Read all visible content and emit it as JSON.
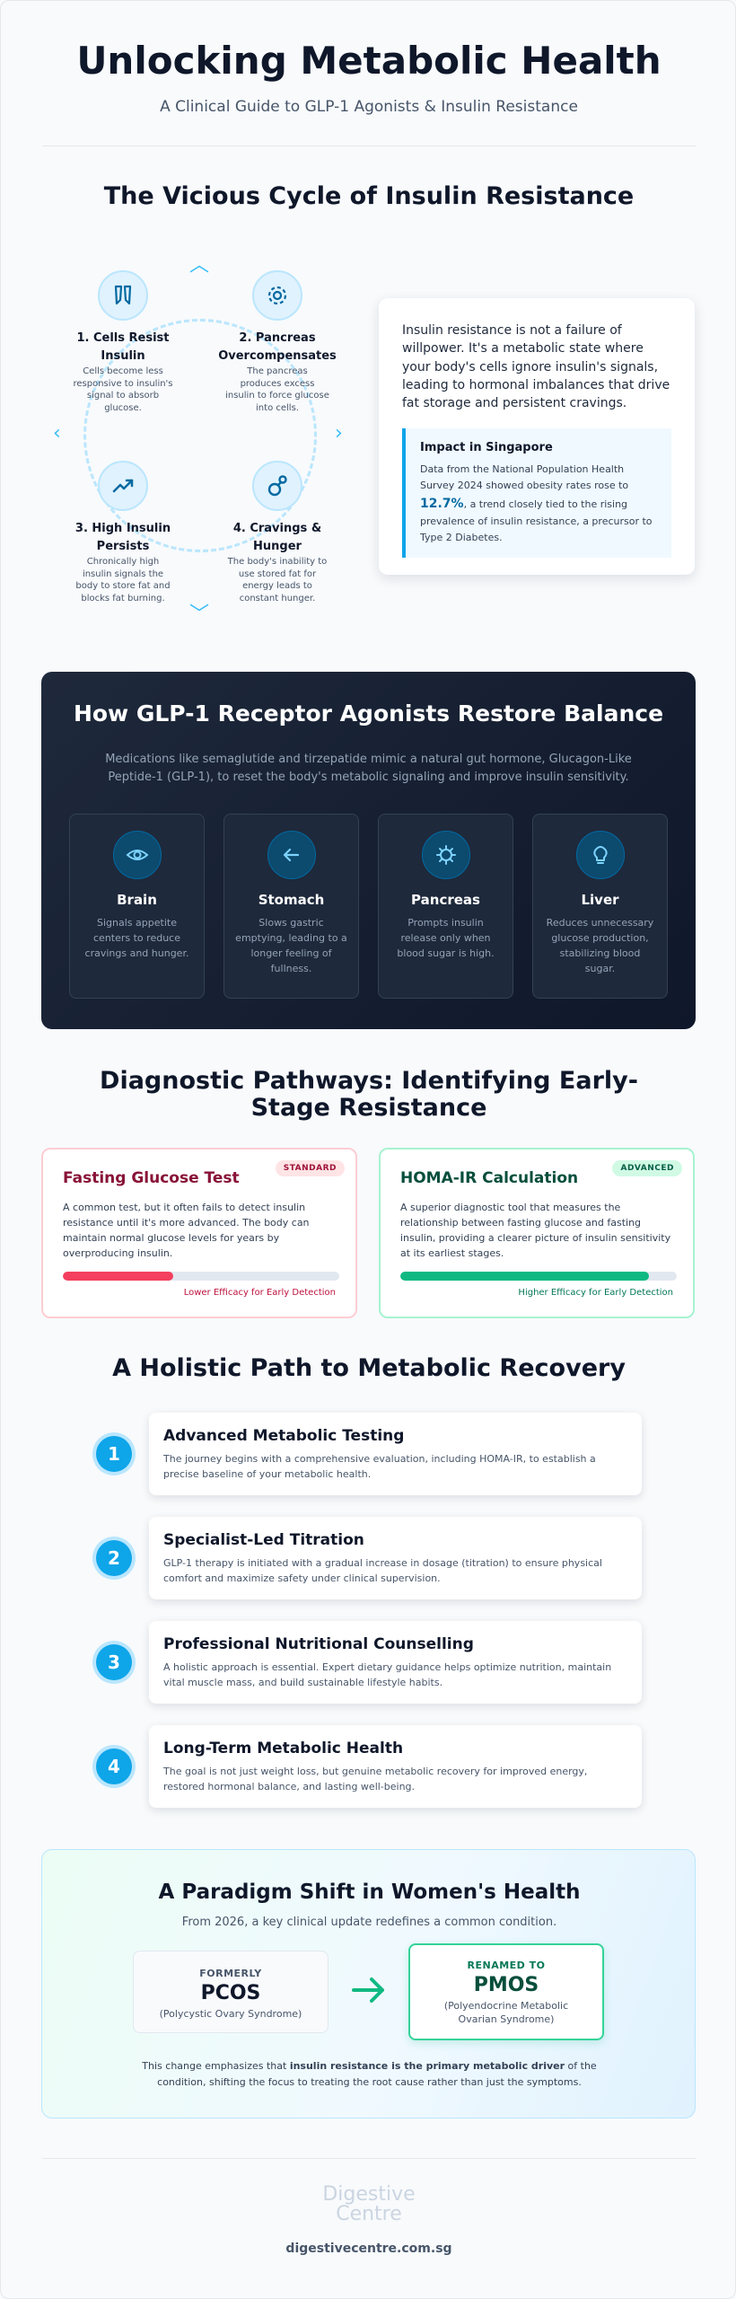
{
  "header": {
    "title": "Unlocking Metabolic Health",
    "subtitle": "A Clinical Guide to GLP-1 Agonists & Insulin Resistance"
  },
  "cycle": {
    "title": "The Vicious Cycle of Insulin Resistance",
    "steps": [
      {
        "title": "1. Cells Resist Insulin",
        "desc": "Cells become less responsive to insulin's signal to absorb glucose.",
        "icon": "cell-icon"
      },
      {
        "title": "2. Pancreas Overcompensates",
        "desc": "The pancreas produces excess insulin to force glucose into cells.",
        "icon": "gear-icon"
      },
      {
        "title": "3. High Insulin Persists",
        "desc": "Chronically high insulin signals the body to store fat and blocks fat burning.",
        "icon": "trending-up-icon"
      },
      {
        "title": "4. Cravings & Hunger",
        "desc": "The body's inability to use stored fat for energy leads to constant hunger.",
        "icon": "scale-icon"
      }
    ],
    "intro": "Insulin resistance is not a failure of willpower. It's a metabolic state where your body's cells ignore insulin's signals, leading to hormonal imbalances that drive fat storage and persistent cravings.",
    "impact_title": "Impact in Singapore",
    "impact_pre": "Data from the National Population Health Survey 2024 showed obesity rates rose to",
    "impact_value": "12.7%",
    "impact_post": ", a trend closely tied to the rising prevalence of insulin resistance, a precursor to Type 2 Diabetes."
  },
  "glp": {
    "title": "How GLP-1 Receptor Agonists Restore Balance",
    "desc": "Medications like semaglutide and tirzepatide mimic a natural gut hormone, Glucagon-Like Peptide-1 (GLP-1), to reset the body's metabolic signaling and improve insulin sensitivity.",
    "organs": [
      {
        "name": "Brain",
        "desc": "Signals appetite centers to reduce cravings and hunger.",
        "icon": "eye-icon"
      },
      {
        "name": "Stomach",
        "desc": "Slows gastric emptying, leading to a longer feeling of fullness.",
        "icon": "arrow-left-icon"
      },
      {
        "name": "Pancreas",
        "desc": "Prompts insulin release only when blood sugar is high.",
        "icon": "virus-icon"
      },
      {
        "name": "Liver",
        "desc": "Reduces unnecessary glucose production, stabilizing blood sugar.",
        "icon": "bulb-icon"
      }
    ]
  },
  "diagnostics": {
    "title": "Diagnostic Pathways: Identifying Early-Stage Resistance",
    "cards": [
      {
        "title": "Fasting Glucose Test",
        "badge": "STANDARD",
        "desc": "A common test, but it often fails to detect insulin resistance until it's more advanced. The body can maintain normal glucose levels for years by overproducing insulin.",
        "efficacy": 0.4,
        "label": "Lower Efficacy for Early Detection",
        "color": "#f43f5e"
      },
      {
        "title": "HOMA-IR Calculation",
        "badge": "ADVANCED",
        "desc": "A superior diagnostic tool that measures the relationship between fasting glucose and fasting insulin, providing a clearer picture of insulin sensitivity at its earliest stages.",
        "efficacy": 0.9,
        "label": "Higher Efficacy for Early Detection",
        "color": "#10b981"
      }
    ]
  },
  "path": {
    "title": "A Holistic Path to Metabolic Recovery",
    "steps": [
      {
        "num": "1",
        "title": "Advanced Metabolic Testing",
        "desc": "The journey begins with a comprehensive evaluation, including HOMA-IR, to establish a precise baseline of your metabolic health."
      },
      {
        "num": "2",
        "title": "Specialist-Led Titration",
        "desc": "GLP-1 therapy is initiated with a gradual increase in dosage (titration) to ensure physical comfort and maximize safety under clinical supervision."
      },
      {
        "num": "3",
        "title": "Professional Nutritional Counselling",
        "desc": "A holistic approach is essential. Expert dietary guidance helps optimize nutrition, maintain vital muscle mass, and build sustainable lifestyle habits."
      },
      {
        "num": "4",
        "title": "Long-Term Metabolic Health",
        "desc": "The goal is not just weight loss, but genuine metabolic recovery for improved energy, restored hormonal balance, and lasting well-being."
      }
    ]
  },
  "paradigm": {
    "title": "A Paradigm Shift in Women's Health",
    "subtitle": "From 2026, a key clinical update redefines a common condition.",
    "formerly_label": "FORMERLY",
    "formerly_name": "PCOS",
    "formerly_full": "(Polycystic Ovary Syndrome)",
    "renamed_label": "RENAMED TO",
    "renamed_name": "PMOS",
    "renamed_full": "(Polyendocrine Metabolic Ovarian Syndrome)",
    "footer_pre": "This change emphasizes that",
    "footer_bold": "insulin resistance is the primary metabolic driver",
    "footer_post": "of the condition, shifting the focus to treating the root cause rather than just the symptoms."
  },
  "footer": {
    "logo_line1": "Digestive",
    "logo_line2": "Centre",
    "website": "digestivecentre.com.sg"
  }
}
